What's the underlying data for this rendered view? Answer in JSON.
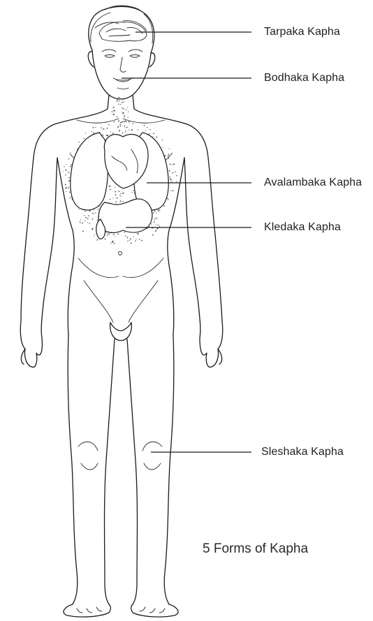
{
  "labels": [
    {
      "id": "tarpaka",
      "text": "Tarpaka Kapha"
    },
    {
      "id": "bodhaka",
      "text": "Bodhaka Kapha"
    },
    {
      "id": "avalambaka",
      "text": "Avalambaka Kapha"
    },
    {
      "id": "kledaka",
      "text": "Kledaka Kapha"
    },
    {
      "id": "sleshaka",
      "text": "Sleshaka Kapha"
    }
  ],
  "caption": "5 Forms of Kapha",
  "colors": {
    "line": "#1a1a1a",
    "text": "#1f1f1f",
    "background": "#ffffff"
  }
}
